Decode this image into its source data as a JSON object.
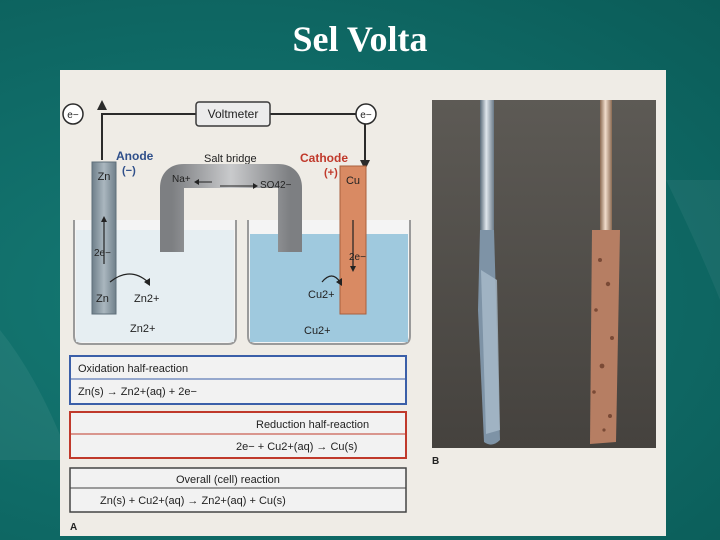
{
  "slide": {
    "title": "Sel Volta"
  },
  "figure_a": {
    "voltmeter_label": "Voltmeter",
    "electron_left": "e−",
    "electron_right": "e−",
    "anode": {
      "label": "Anode",
      "sign": "(−)",
      "electrode": "Zn"
    },
    "cathode": {
      "label": "Cathode",
      "sign": "(+)",
      "electrode": "Cu"
    },
    "salt_bridge": {
      "label": "Salt bridge",
      "cation": "Na+",
      "anion": "SO42−"
    },
    "left_beaker": {
      "electron": "2e−",
      "atom": "Zn",
      "ion_near": "Zn2+",
      "ion_solution": "Zn2+"
    },
    "right_beaker": {
      "electron": "2e−",
      "ion_near": "Cu2+",
      "ion_solution": "Cu2+"
    },
    "oxidation": {
      "title": "Oxidation half-reaction",
      "equation": "Zn(s) → Zn2+(aq) + 2e−"
    },
    "reduction": {
      "title": "Reduction half-reaction",
      "equation": "2e− + Cu2+(aq) → Cu(s)"
    },
    "overall": {
      "title": "Overall (cell) reaction",
      "equation": "Zn(s) + Cu2+(aq) → Zn2+(aq) + Cu(s)"
    },
    "panel_letter": "A"
  },
  "figure_b": {
    "panel_letter": "B"
  },
  "colors": {
    "background": "#0f6a66",
    "anode_label": "#2f4f8a",
    "cathode_label": "#c0392b",
    "oxidation_border": "#3b5fa8",
    "reduction_border": "#c0392b",
    "solution": "#9fc9de",
    "copper": "#d98a63",
    "zinc": "#8f9ea8"
  }
}
